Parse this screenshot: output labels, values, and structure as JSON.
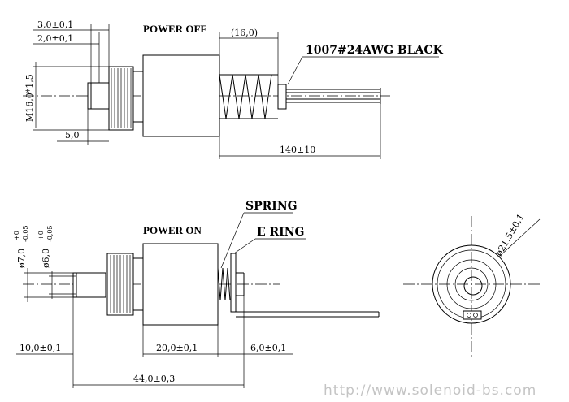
{
  "top_view": {
    "state_label": "POWER OFF",
    "dim_flange_a": "3,0±0,1",
    "dim_flange_b": "2,0±0,1",
    "dim_thread": "M16,0*1,5",
    "dim_pin": "5,0",
    "dim_spring_len": "(16,0)",
    "wire_label": "1007#24AWG BLACK",
    "dim_lead": "140±10"
  },
  "bottom_view": {
    "state_label": "POWER ON",
    "spring_label": "SPRING",
    "ering_label": "E RING",
    "dim_dia_outer": "ø7,0",
    "dim_dia_outer_tol_upper": "+0",
    "dim_dia_outer_tol_lower": "-0,05",
    "dim_dia_inner": "ø6,0",
    "dim_dia_inner_tol_upper": "+0",
    "dim_dia_inner_tol_lower": "-0,05",
    "dim_a": "10,0±0,1",
    "dim_b": "20,0±0,1",
    "dim_c": "6,0±0,1",
    "dim_total": "44,0±0,3"
  },
  "end_view": {
    "dim_diameter": "ø21,5±0,1"
  },
  "watermark": "http://www.solenoid-bs.com"
}
